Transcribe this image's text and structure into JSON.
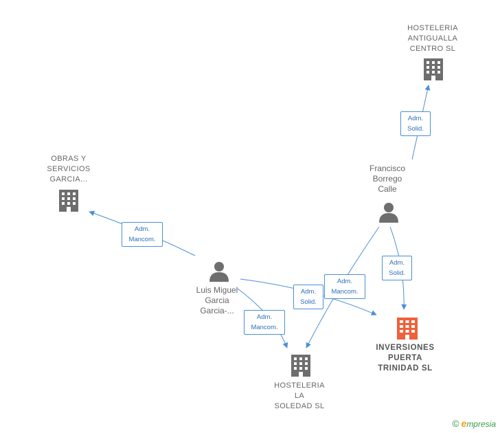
{
  "nodes": {
    "hosteleria_antigualla": {
      "lines": [
        "HOSTELERIA",
        "ANTIGUALLA",
        "CENTRO SL"
      ]
    },
    "obras_servicios": {
      "lines": [
        "OBRAS Y",
        "SERVICIOS",
        "GARCIA..."
      ]
    },
    "francisco": {
      "lines": [
        "Francisco",
        "Borrego",
        "Calle"
      ]
    },
    "luis_miguel": {
      "lines": [
        "Luis Miguel",
        "Garcia",
        "Garcia-..."
      ]
    },
    "inversiones": {
      "lines": [
        "INVERSIONES",
        "PUERTA",
        "TRINIDAD SL"
      ]
    },
    "hosteleria_soledad": {
      "lines": [
        "HOSTELERIA",
        "LA",
        "SOLEDAD SL"
      ]
    }
  },
  "edges": {
    "francisco_antigualla": {
      "lines": [
        "Adm.",
        "Solid."
      ]
    },
    "luis_obras": {
      "lines": [
        "Adm.",
        "Mancom."
      ]
    },
    "francisco_inversiones": {
      "lines": [
        "Adm.",
        "Solid."
      ]
    },
    "luis_inversiones": {
      "lines": [
        "Adm.",
        "Solid."
      ]
    },
    "francisco_soledad": {
      "lines": [
        "Adm.",
        "Mancom."
      ]
    },
    "luis_soledad": {
      "lines": [
        "Adm.",
        "Mancom."
      ]
    }
  },
  "colors": {
    "edge": "#4a8fd6",
    "company": "#6e6e6e",
    "highlight_company": "#f0603a",
    "person": "#6e6e6e"
  },
  "brand": {
    "copyright": "©",
    "e": "e",
    "rest": "mpresia"
  }
}
